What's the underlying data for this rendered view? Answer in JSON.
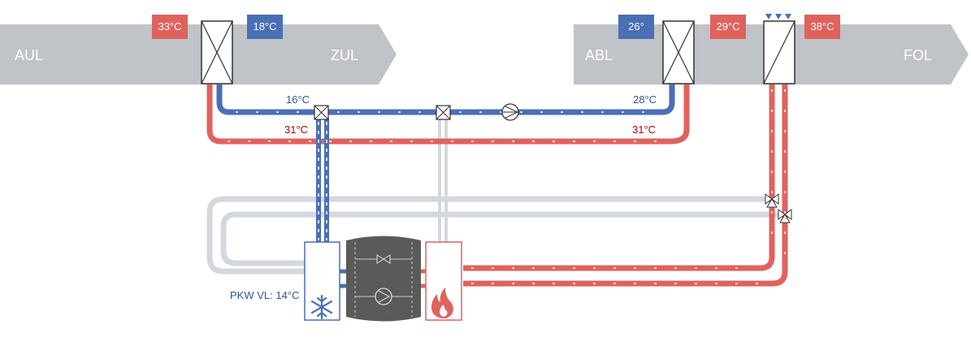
{
  "ducts": {
    "left_in_label": "AUL",
    "left_out_label": "ZUL",
    "right_in_label": "ABL",
    "right_out_label": "FOL"
  },
  "badges": {
    "aul_temp": "33°C",
    "zul_temp": "18°C",
    "abl_temp": "26°",
    "after_recovery_temp": "29°C",
    "fol_temp": "38°C"
  },
  "circuit": {
    "supply_blue_temp_left": "16°C",
    "return_blue_temp_right": "28°C",
    "red_temp_left": "31°C",
    "red_temp_right": "31°C"
  },
  "chiller": {
    "pkw_label": "PKW VL: 14°C"
  },
  "colors": {
    "duct_gray": "#c0c3c7",
    "blue": "#4a6fb5",
    "red": "#e0625d",
    "light_gray": "#d3d8df",
    "dark_gray": "#5a5a5a"
  }
}
